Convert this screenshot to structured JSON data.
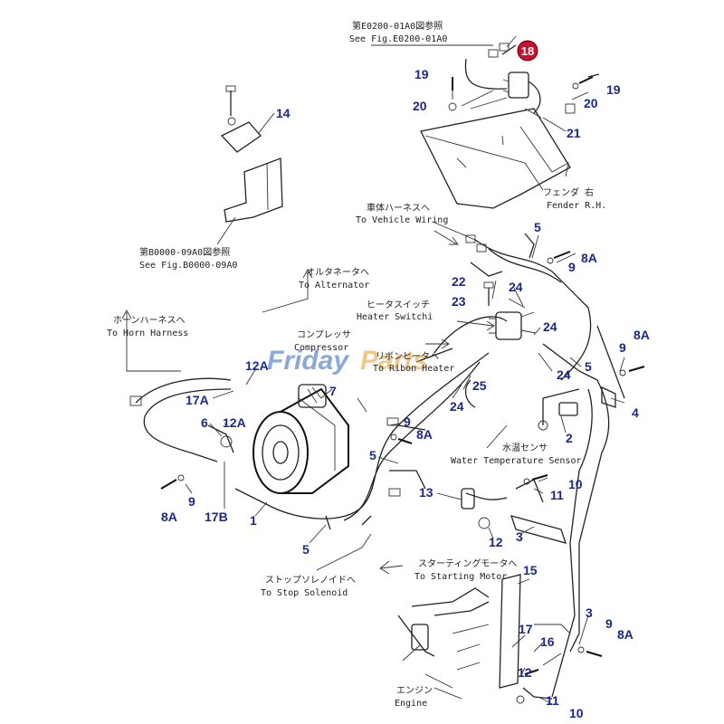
{
  "callouts": {
    "c18": "18",
    "c19a": "19",
    "c20a": "20",
    "c19b": "19",
    "c20b": "20",
    "c21": "21",
    "c14": "14",
    "c5a": "5",
    "c8Aa": "8A",
    "c9a": "9",
    "c22": "22",
    "c23": "23",
    "c24a": "24",
    "c24b": "24",
    "c24c": "24",
    "c25": "25",
    "c24d": "24",
    "c5b": "5",
    "c9b": "9",
    "c8Ab": "8A",
    "c4": "4",
    "c2": "2",
    "c12Aa": "12A",
    "c17A": "17A",
    "c6": "6",
    "c12Ab": "12A",
    "c7": "7",
    "c9c": "9",
    "c8Ac": "8A",
    "c5c": "5",
    "c10a": "10",
    "c11a": "11",
    "c13": "13",
    "c8Ad": "8A",
    "c9d": "9",
    "c17B": "17B",
    "c1": "1",
    "c5d": "5",
    "c12": "12",
    "c3a": "3",
    "c15": "15",
    "c17": "17",
    "c16": "16",
    "c12b": "12",
    "c3b": "3",
    "c9e": "9",
    "c8Ae": "8A",
    "c11b": "11",
    "c10b": "10"
  },
  "notes": {
    "fig_e0200_jp": "第E0200-01A0図参照",
    "fig_e0200_en": "See Fig.E0200-01A0",
    "fender_jp": "フェンダ 右",
    "fender_en": "Fender R.H.",
    "vehicle_jp": "車体ハーネスへ",
    "vehicle_en": "To Vehicle Wiring",
    "fig_b0000_jp": "第B0000-09A0図参照",
    "fig_b0000_en": "See Fig.B0000-09A0",
    "alternator_jp": "オルタネータへ",
    "alternator_en": "To Alternator",
    "heater_jp": "ヒータスイッチ",
    "heater_en": "Heater Switchi",
    "horn_jp": "ホーンハーネスへ",
    "horn_en": "To Horn Harness",
    "compressor_jp": "コンプレッサ",
    "compressor_en": "Compressor",
    "ribon_jp": "リボンヒータへ",
    "ribon_en": "To Ribon Heater",
    "water_jp": "水温センサ",
    "water_en": "Water Temperature Sensor",
    "starting_jp": "スターティングモータへ",
    "starting_en": "To Starting Motor",
    "stop_jp": "ストップソレノイドへ",
    "stop_en": "To Stop Solenoid",
    "engine_jp": "エンジン",
    "engine_en": "Engine"
  },
  "watermark": {
    "part1": "Friday",
    "part2": "Parts",
    "color1": "#3b6fc4",
    "color2": "#e8a23a"
  },
  "colors": {
    "callout": "#1a2a8c",
    "badge": "#c8102e"
  }
}
